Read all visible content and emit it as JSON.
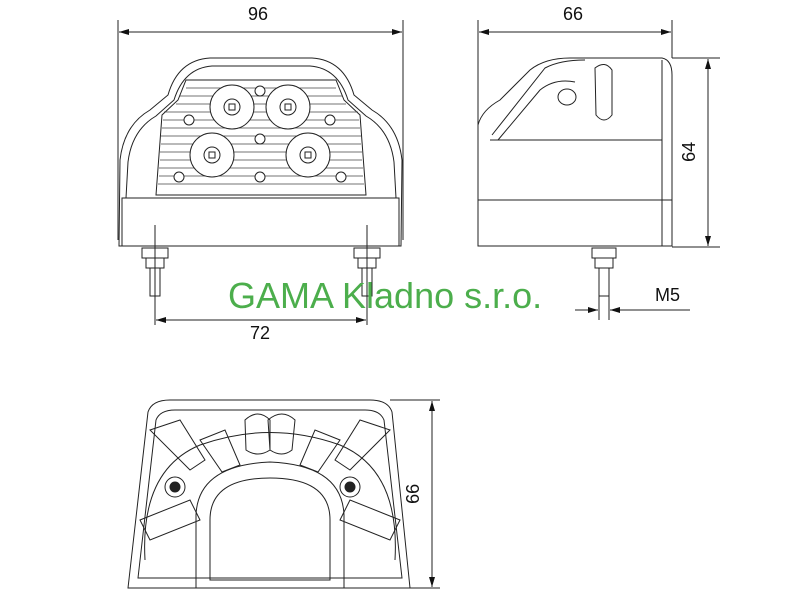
{
  "front_view": {
    "width_dim": "96",
    "stud_spacing_dim": "72"
  },
  "side_view": {
    "depth_dim": "66",
    "height_dim": "64",
    "thread_dim": "M5"
  },
  "bottom_view": {
    "depth_dim": "66"
  },
  "watermark": "GAMA Kladno s.r.o.",
  "colors": {
    "line": "#222222",
    "watermark": "#4cae4c"
  }
}
